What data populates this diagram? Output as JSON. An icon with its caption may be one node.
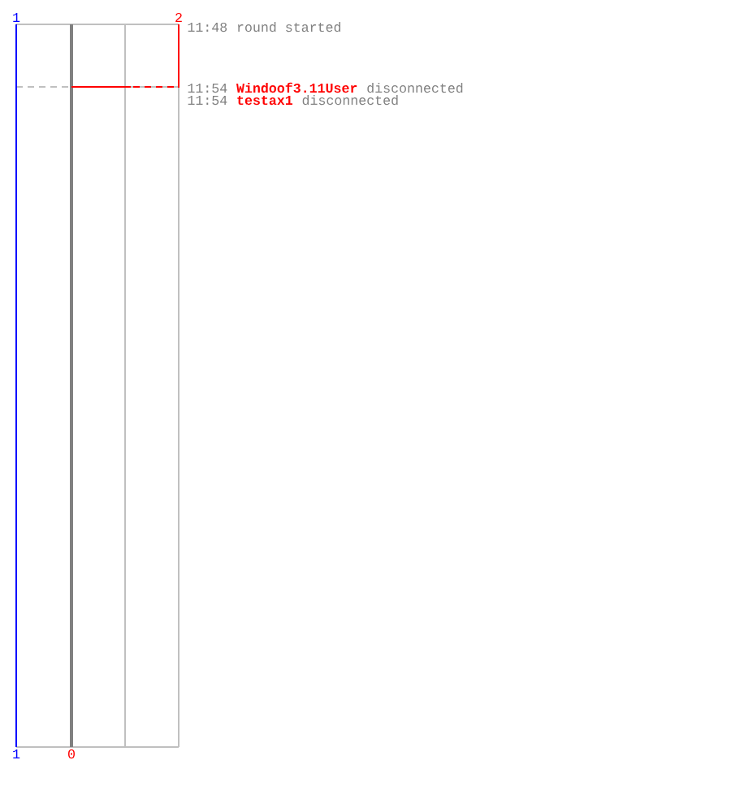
{
  "diagram": {
    "labels": [
      "1",
      "2",
      "11:48",
      "round started",
      "11:54",
      "Windoof3.11User",
      "disconnected",
      "11:54",
      "testax1",
      "disconnected",
      "1",
      "0"
    ]
  }
}
